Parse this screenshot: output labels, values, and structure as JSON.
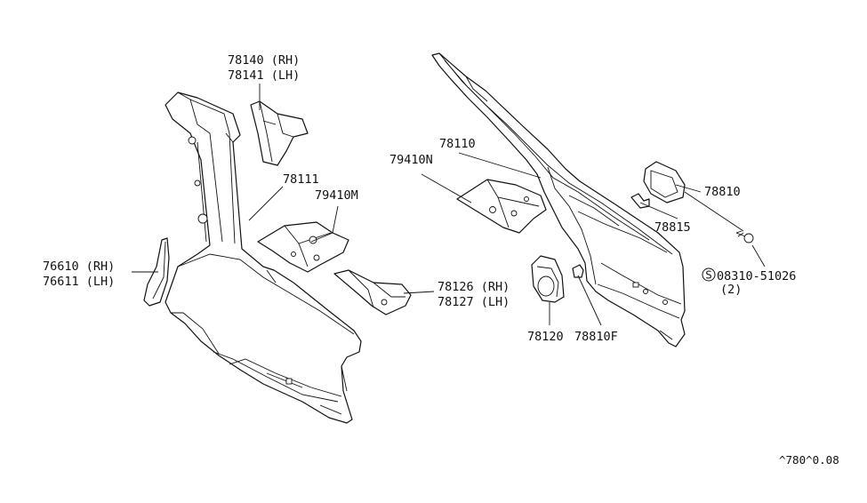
{
  "callouts": [
    {
      "id": "c78140",
      "lines": [
        "78140 (RH)",
        "78141 (LH)"
      ]
    },
    {
      "id": "c78111",
      "lines": [
        "78111"
      ]
    },
    {
      "id": "c79410m",
      "lines": [
        "79410M"
      ]
    },
    {
      "id": "c76610",
      "lines": [
        "76610 (RH)",
        "76611 (LH)"
      ]
    },
    {
      "id": "c78126",
      "lines": [
        "78126 (RH)",
        "78127 (LH)"
      ]
    },
    {
      "id": "c78110",
      "lines": [
        "78110"
      ]
    },
    {
      "id": "c79410n",
      "lines": [
        "79410N"
      ]
    },
    {
      "id": "c78810",
      "lines": [
        "78810"
      ]
    },
    {
      "id": "c78815",
      "lines": [
        "78815"
      ]
    },
    {
      "id": "c08310",
      "lines": [
        "08310-51026",
        "(2)"
      ],
      "symbol": "S"
    },
    {
      "id": "c78120",
      "lines": [
        "78120"
      ]
    },
    {
      "id": "c78810f",
      "lines": [
        "78810F"
      ]
    }
  ],
  "diagram_code": "^780^0.08"
}
